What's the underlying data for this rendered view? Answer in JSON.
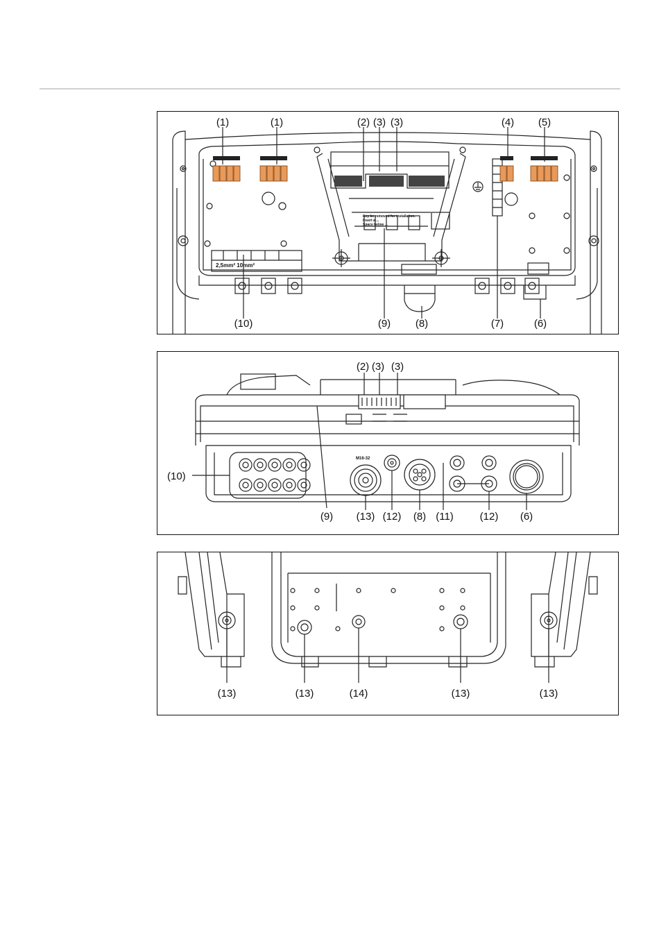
{
  "figure1": {
    "top_labels": [
      "(1)",
      "(1)",
      "(2)",
      "(3)",
      "(3)",
      "(4)",
      "(5)"
    ],
    "bottom_labels": [
      "(10)",
      "(9)",
      "(8)",
      "(7)",
      "(6)"
    ],
    "text_lines": [
      "Key be removed for installation.",
      "Insert a ...",
      "Space below ..."
    ],
    "terminal_text": "2,5mm²  10mm²"
  },
  "figure2": {
    "top_labels": [
      "(2)",
      "(3)",
      "(3)"
    ],
    "side_label": "(10)",
    "bottom_labels": [
      "(9)",
      "(13)",
      "(12)",
      "(8)",
      "(11)",
      "(12)",
      "(6)"
    ],
    "port_text": "M16-32"
  },
  "figure3": {
    "bottom_labels": [
      "(13)",
      "(13)",
      "(14)",
      "(13)",
      "(13)"
    ]
  }
}
